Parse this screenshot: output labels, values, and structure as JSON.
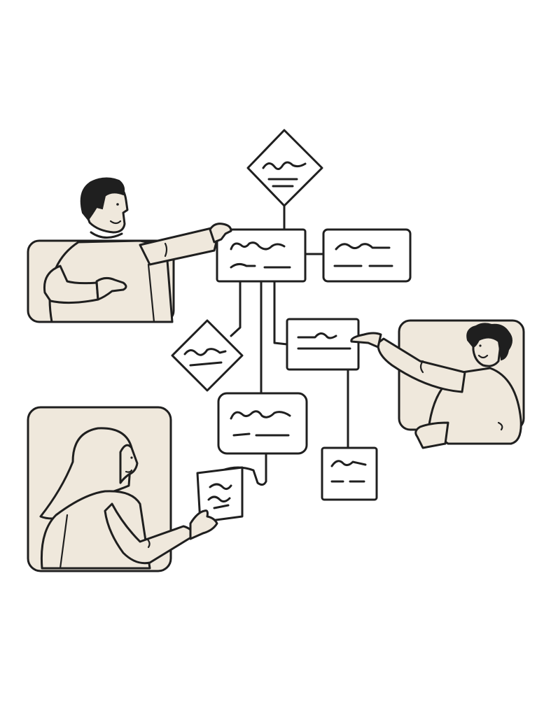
{
  "illustration": {
    "theme": "team collaborating on a flowchart",
    "colors": {
      "ink": "#1f1f1f",
      "card_fill": "#efe8dc",
      "node_fill": "#ffffff",
      "background": "#ffffff"
    },
    "people": [
      {
        "name": "man-top-left",
        "hair": "short-dark"
      },
      {
        "name": "woman-right",
        "hair": "curly-dark"
      },
      {
        "name": "woman-bottom-left",
        "hair": "long-light"
      }
    ],
    "flowchart": {
      "node_count": 8,
      "diamonds": 2,
      "boxes": 6
    }
  }
}
